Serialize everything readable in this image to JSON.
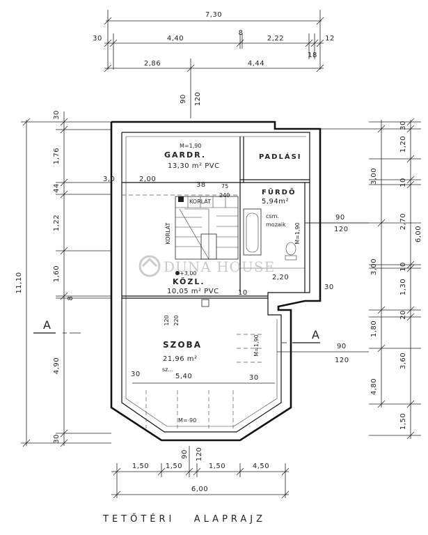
{
  "dimensions": {
    "top_total": "7,30",
    "top_row2": [
      "30",
      "4,40",
      "8",
      "2,22",
      "12"
    ],
    "top_row2_sub": "18",
    "top_row3": [
      "2,86",
      "4,44"
    ],
    "left_outer": [
      "30",
      "1,76",
      "44",
      "1,22",
      "1,60",
      "8",
      "4,90",
      "30"
    ],
    "left_total": "11,10",
    "right_inner": [
      "30",
      "1,20",
      "10",
      "2,70",
      "10",
      "1,30",
      "20",
      "3,60",
      "1,50"
    ],
    "right_outer": [
      "3,00",
      "3,00",
      "1,80",
      "4,80"
    ],
    "right_total_mid": "6,00",
    "bottom_row1": [
      "1,50",
      "1,50",
      "1,50",
      "4,50"
    ],
    "bottom_total": "6,00",
    "vertical_small": [
      "90",
      "120"
    ],
    "bottom_vertical": [
      "90",
      "120"
    ],
    "interior": {
      "dim_3_0": "3,0",
      "dim_2_00": "2,00",
      "dim_38": "38",
      "dim_75": "75",
      "dim_240": "240",
      "dim_2_20": "2,20",
      "dim_10": "10",
      "dim_30_right": "30",
      "dim_120": "120",
      "dim_220": "220",
      "dim_30_left": "30",
      "dim_5_40": "5,40",
      "dim_30_mid": "30",
      "door_right": [
        "90",
        "120"
      ],
      "door_right2": [
        "90",
        "120"
      ],
      "height_m190_top": "M=1,90",
      "height_m190_bath": "M=1,90",
      "height_m190_room": "M=1,90",
      "height_m90": "M=·90",
      "level": "+3,00"
    }
  },
  "rooms": {
    "gardrob": {
      "name": "GARDR.",
      "area": "13,30 m² PVC"
    },
    "padlas": {
      "name": "PADLÁSI"
    },
    "furdo": {
      "name": "FÜRDŐ",
      "area": "5,94m²",
      "finish1": "csm.",
      "finish2": "mozaik"
    },
    "kozl": {
      "name": "KÖZL.",
      "area": "10,05 m² PVC"
    },
    "szoba": {
      "name": "SZOBA",
      "area": "21,96 m²",
      "finish": "sz..."
    }
  },
  "labels": {
    "korlat_h": "KORLÁT",
    "korlat_v": "KORLÁT",
    "section_left": "A",
    "section_right": "A"
  },
  "watermark": "DUNA HOUSE",
  "title": "TETŐTÉRI   ALAPRAJZ"
}
